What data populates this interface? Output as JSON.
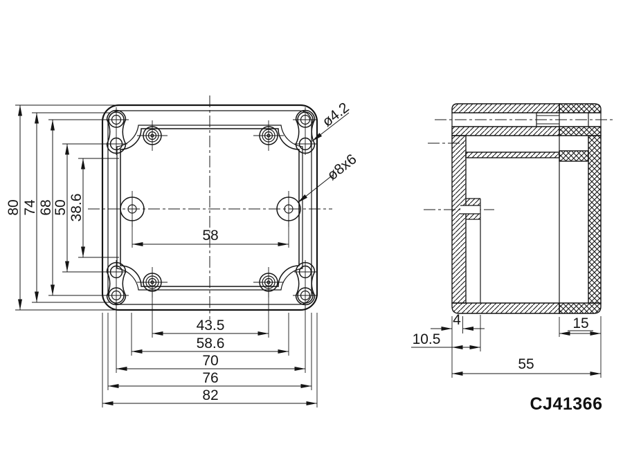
{
  "part_number": "CJ41366",
  "front_view": {
    "vertical_dims": {
      "outer": "80",
      "lid": "74",
      "screws": "68",
      "holes": "50",
      "inner": "38.6"
    },
    "hole_span_dim": "58",
    "horizontal_dims": {
      "bosses": "43.5",
      "holes": "58.6",
      "ears": "70",
      "lid": "76",
      "outer": "82"
    },
    "callouts": {
      "corner_hole": "ø4.2",
      "center_hole": "ø8x6"
    }
  },
  "side_view": {
    "dims": {
      "wall": "4",
      "boss": "10.5",
      "cover": "15",
      "depth": "55"
    }
  },
  "line_color": "#151515",
  "background_color": "#ffffff"
}
